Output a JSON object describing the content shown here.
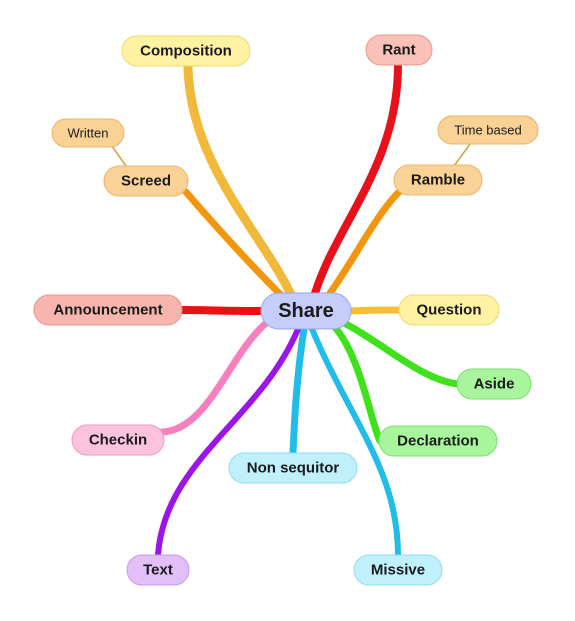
{
  "center": {
    "label": "Share",
    "color": "#c6cdfb",
    "border": "#9aa4ee"
  },
  "branches": [
    {
      "id": "composition",
      "label": "Composition",
      "color": "#fff3a3",
      "border": "#ecd86a",
      "stroke": "#f0b93a"
    },
    {
      "id": "rant",
      "label": "Rant",
      "color": "#f9c1b7",
      "border": "#e79a8c",
      "stroke": "#e8101a"
    },
    {
      "id": "screed",
      "label": "Screed",
      "color": "#fbd295",
      "border": "#e8b56a",
      "stroke": "#f2960e",
      "child": {
        "id": "written",
        "label": "Written",
        "color": "#fbd295",
        "border": "#e8b56a",
        "stroke": "#d9a24a"
      }
    },
    {
      "id": "ramble",
      "label": "Ramble",
      "color": "#fbd295",
      "border": "#e8b56a",
      "stroke": "#f2960e",
      "child": {
        "id": "time-based",
        "label": "Time based",
        "color": "#fbd295",
        "border": "#e8b56a",
        "stroke": "#d9a24a"
      }
    },
    {
      "id": "announcement",
      "label": "Announcement",
      "color": "#f7b5ad",
      "border": "#e3958b",
      "stroke": "#ee0f14"
    },
    {
      "id": "question",
      "label": "Question",
      "color": "#fff3a3",
      "border": "#ecd86a",
      "stroke": "#f5bf32"
    },
    {
      "id": "aside",
      "label": "Aside",
      "color": "#a8f59d",
      "border": "#7fdd72",
      "stroke": "#3fe21a"
    },
    {
      "id": "declaration",
      "label": "Declaration",
      "color": "#a8f59d",
      "border": "#7fdd72",
      "stroke": "#3fe21a"
    },
    {
      "id": "checkin",
      "label": "Checkin",
      "color": "#fdc3de",
      "border": "#f19ac2",
      "stroke": "#f77fbd"
    },
    {
      "id": "non-sequitor",
      "label": "Non sequitor",
      "color": "#bff0fb",
      "border": "#8fdcef",
      "stroke": "#21bde8"
    },
    {
      "id": "text",
      "label": "Text",
      "color": "#e2c0f7",
      "border": "#c596ea",
      "stroke": "#9b14ea"
    },
    {
      "id": "missive",
      "label": "Missive",
      "color": "#bff0fb",
      "border": "#8fdcef",
      "stroke": "#21bde8"
    }
  ]
}
